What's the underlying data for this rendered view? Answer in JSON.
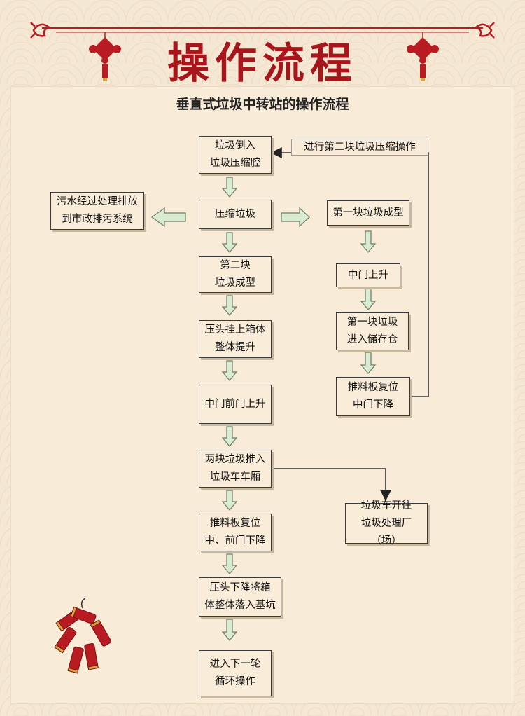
{
  "header": {
    "title": "操作流程"
  },
  "diagram": {
    "subtitle": "垂直式垃圾中转站的操作流程",
    "nodes": {
      "n1": "垃圾倒入\n垃圾压缩腔",
      "n2": "压缩垃圾",
      "n3": "第二块\n垃圾成型",
      "n4": "压头挂上箱体\n整体提升",
      "n5": "中门前门上升",
      "n6": "两块垃圾推入\n垃圾车车厢",
      "n7": "推料板复位\n中、前门下降",
      "n8": "压头下降将箱\n体整体落入基坑",
      "n9": "进入下一轮\n循环操作",
      "left": "污水经过处理排放\n到市政排污系统",
      "r1": "第一块垃圾成型",
      "r2": "中门上升",
      "r3": "第一块垃圾\n进入储存仓",
      "r4": "推料板复位\n中门下降",
      "truck": "垃圾车开往\n垃圾处理厂（场）"
    },
    "loop_label": "进行第二块垃圾压缩操作"
  },
  "colors": {
    "title": "#a8161c",
    "arrow_fill": "#d9ecd2",
    "arrow_stroke": "#6b7c68",
    "decoration_red": "#b81c22"
  }
}
